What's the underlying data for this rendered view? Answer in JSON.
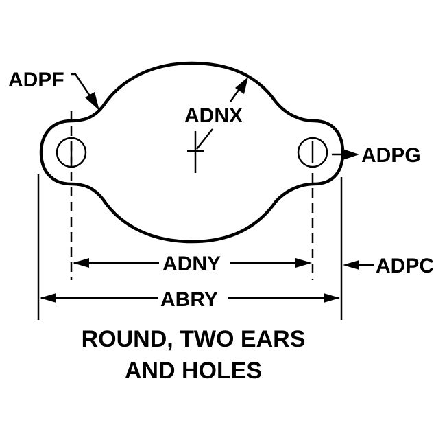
{
  "diagram": {
    "caption_lines": [
      "ROUND, TWO EARS",
      "AND HOLES"
    ],
    "labels": {
      "adpf": "ADPF",
      "adnx": "ADNX",
      "adpg": "ADPG",
      "adny": "ADNY",
      "abry": "ABRY",
      "adpc": "ADPC"
    },
    "colors": {
      "line": "#000000",
      "background": "#ffffff"
    }
  }
}
